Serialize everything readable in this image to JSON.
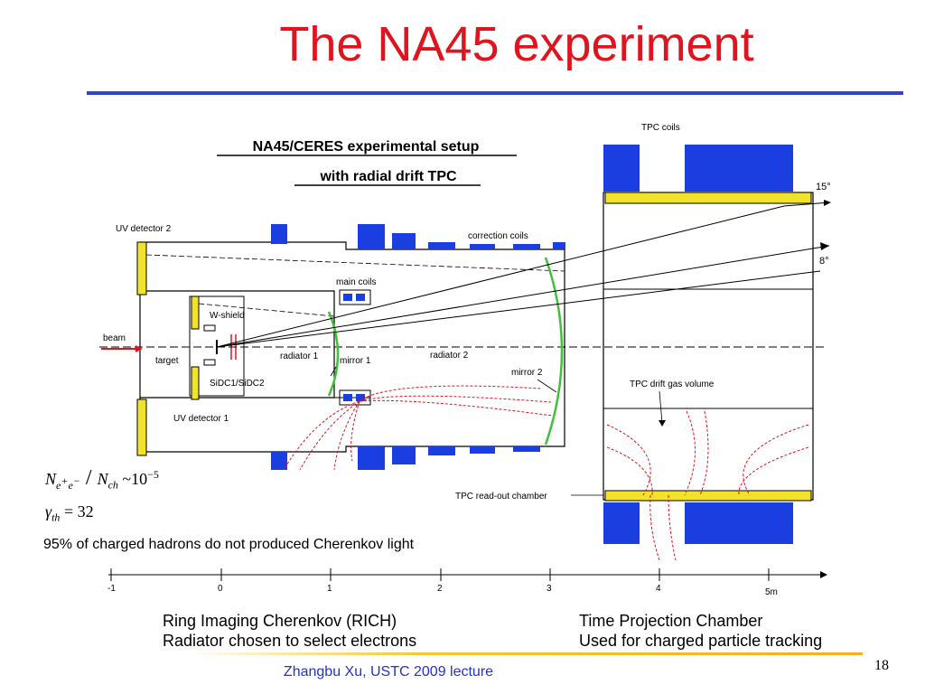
{
  "slide": {
    "title": "The NA45 experiment",
    "footer": "Zhangbu Xu, USTC 2009 lecture",
    "page_number": "18"
  },
  "diagram": {
    "heading_line1": "NA45/CERES experimental setup",
    "heading_line2": "with radial drift TPC",
    "labels": {
      "tpc_coils": "TPC coils",
      "angle_15": "15°",
      "angle_8": "8°",
      "uv_detector_2": "UV detector 2",
      "correction_coils": "correction coils",
      "main_coils": "main coils",
      "w_shield": "W-shield",
      "beam": "beam",
      "target": "target",
      "radiator_1": "radiator 1",
      "mirror_1": "mirror 1",
      "radiator_2": "radiator 2",
      "mirror_2": "mirror 2",
      "sidc": "SiDC1/SiDC2",
      "uv_detector_1": "UV detector 1",
      "tpc_drift_gas": "TPC drift gas volume",
      "tpc_readout": "TPC read-out chamber"
    },
    "scale_ticks": [
      "-1",
      "0",
      "1",
      "2",
      "3",
      "4",
      "5m"
    ]
  },
  "physics": {
    "ratio_tail": "~10",
    "ratio_exp": "−5",
    "gamma_value": "= 32",
    "note": "95% of charged hadrons do not produced Cherenkov light"
  },
  "captions": {
    "rich_line1": "Ring Imaging Cherenkov (RICH)",
    "rich_line2": "Radiator chosen to select electrons",
    "tpc_line1": "Time Projection Chamber",
    "tpc_line2": "Used for charged particle tracking"
  },
  "colors": {
    "title": "#e0141e",
    "rule": "#3344cc",
    "coil_blue": "#1a3ee0",
    "detector_yellow": "#f2e22a",
    "mirror_green": "#3fc23a",
    "track_red": "#e0141e"
  }
}
